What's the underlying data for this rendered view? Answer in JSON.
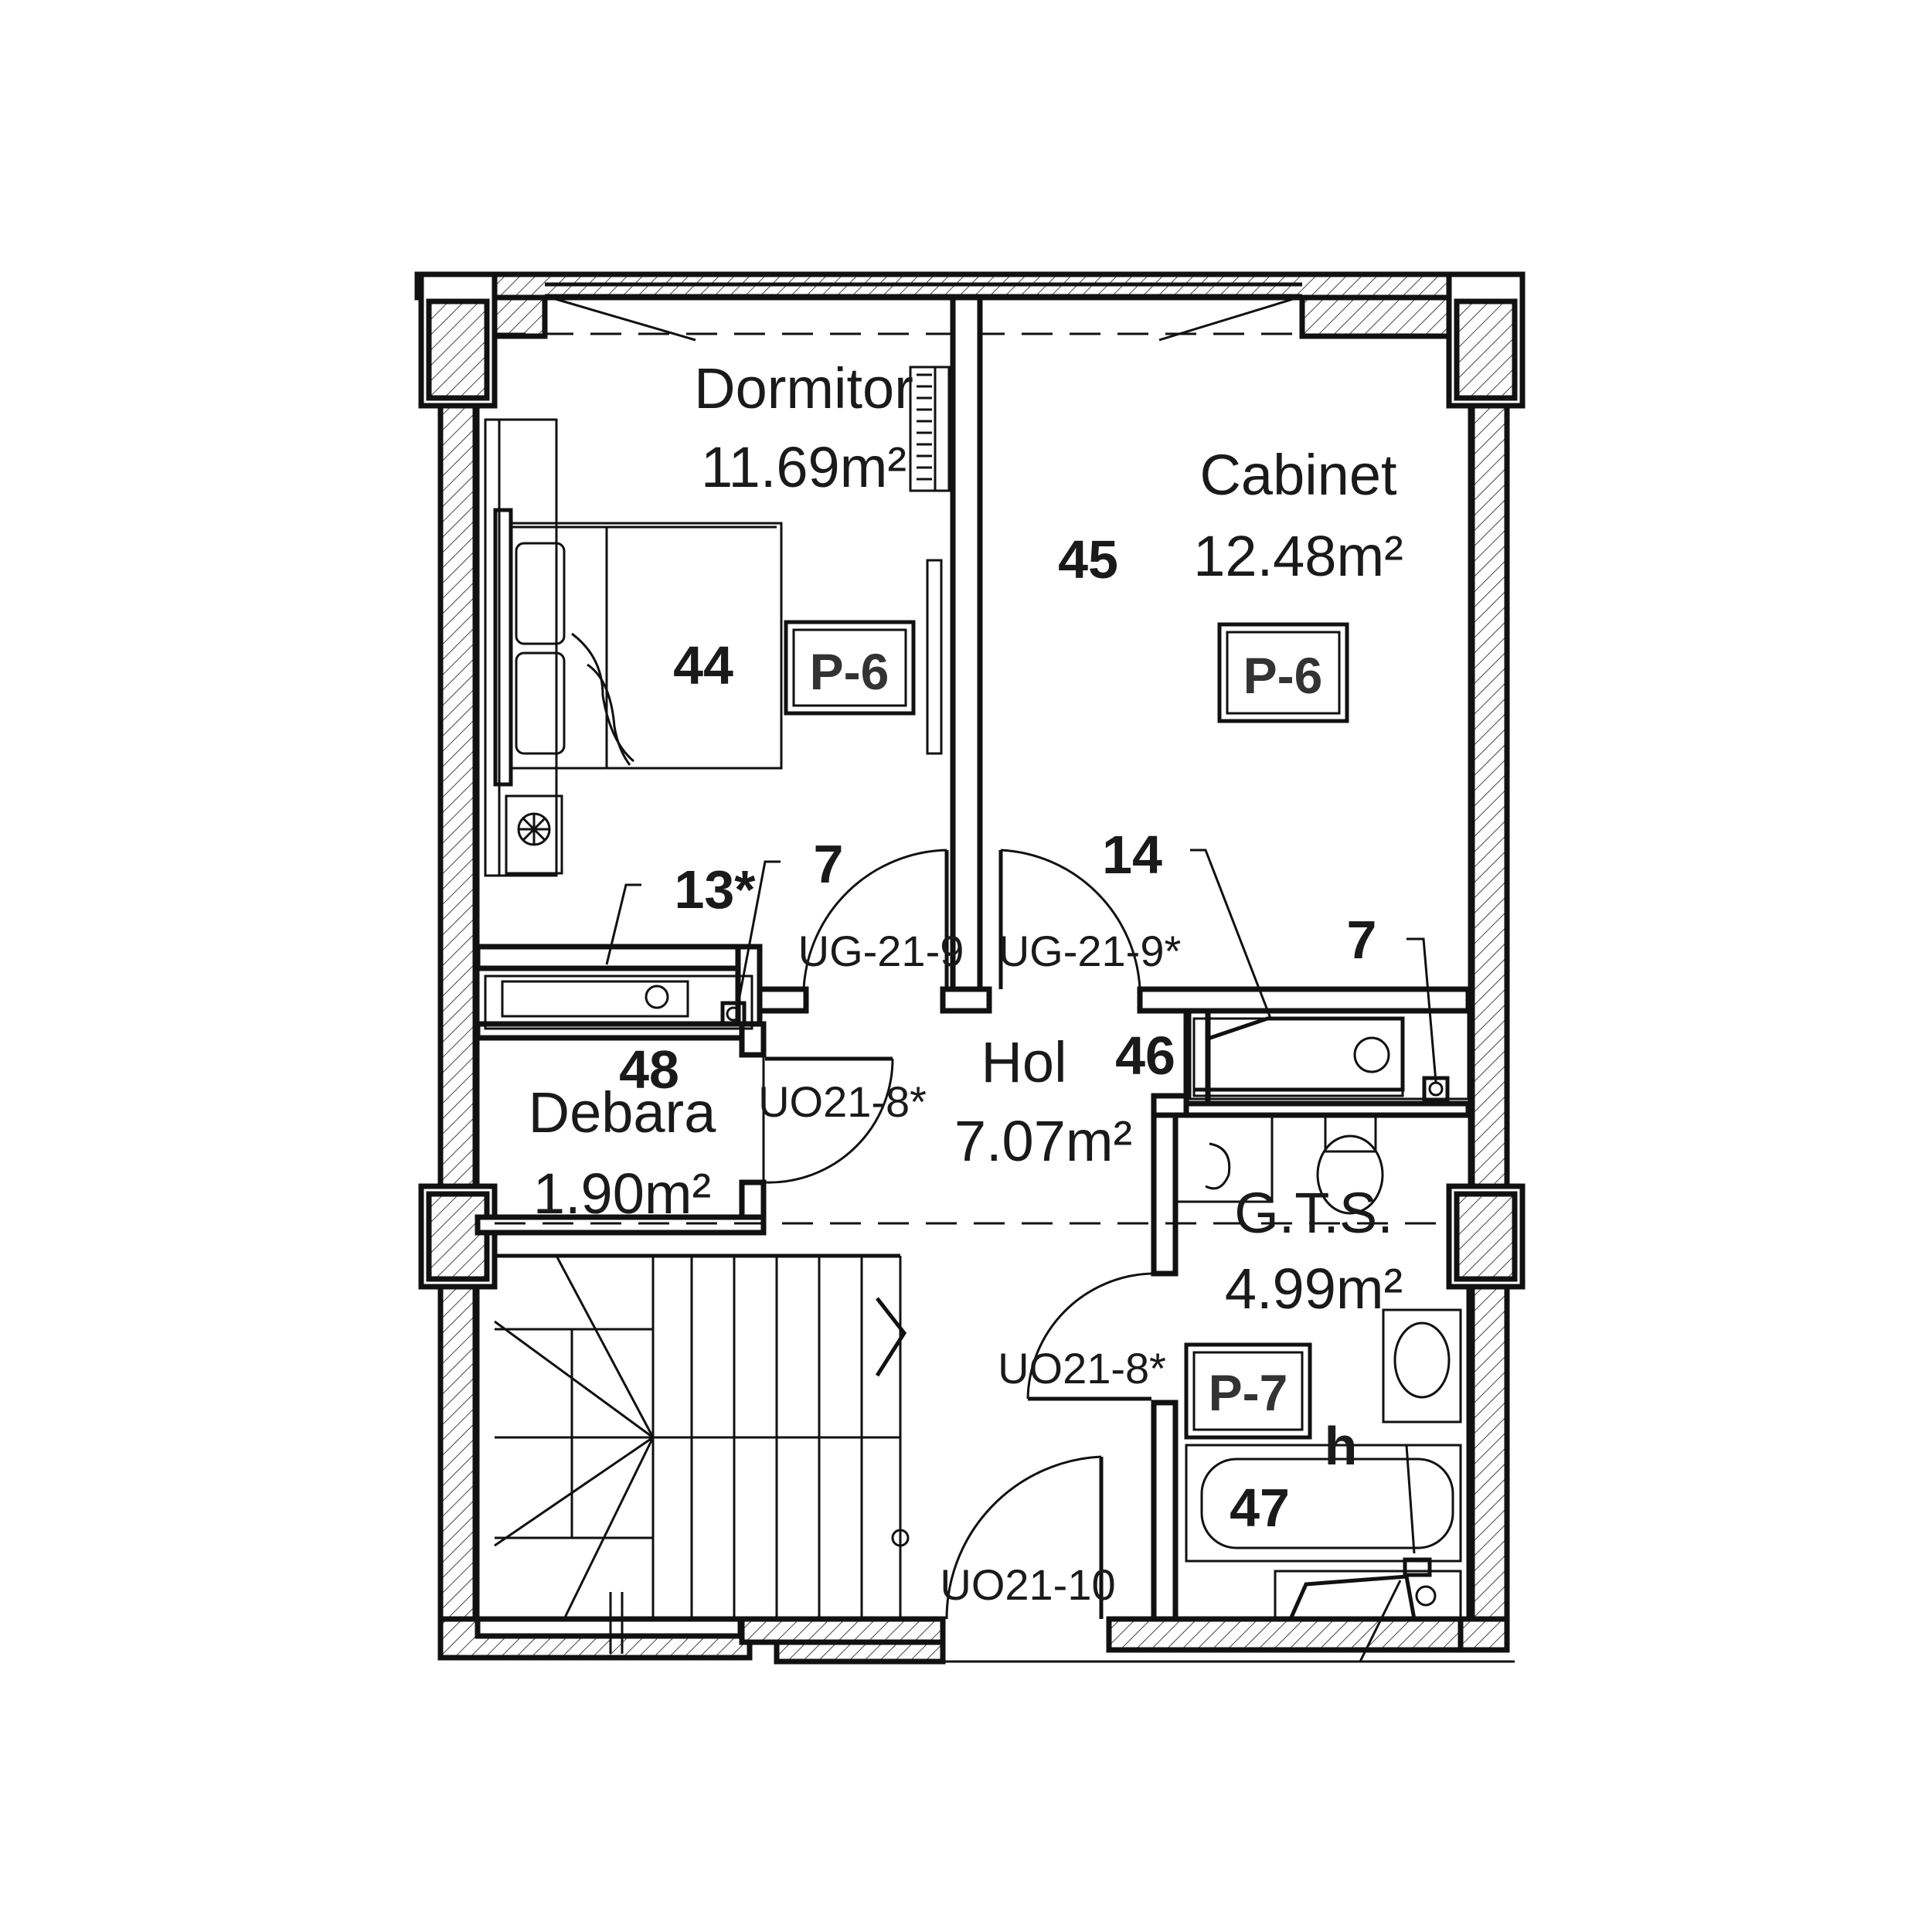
{
  "rooms": {
    "dormitor": {
      "name": "Dormitor",
      "area": "11.69m²",
      "number": "44",
      "tag": "P-6"
    },
    "cabinet": {
      "name": "Cabinet",
      "area": "12.48m²",
      "number": "45",
      "tag": "P-6"
    },
    "hol": {
      "name": "Hol",
      "area": "7.07m²",
      "number": "48"
    },
    "debara": {
      "name": "Debara",
      "area": "1.90m²"
    },
    "gts": {
      "name": "G.T.S.",
      "area": "4.99m²",
      "number": "47",
      "tag": "P-7"
    }
  },
  "doors": {
    "ug_left": "UG-21-9",
    "ug_right": "UG-21-9*",
    "uo_debara": "UO21-8*",
    "uo_gts": "UO21-8*",
    "uo_entry": "UO21-10"
  },
  "markers": {
    "m13": "13*",
    "m7_left": "7",
    "m14": "14",
    "m7_right": "7",
    "m46": "46",
    "mh": "h"
  }
}
